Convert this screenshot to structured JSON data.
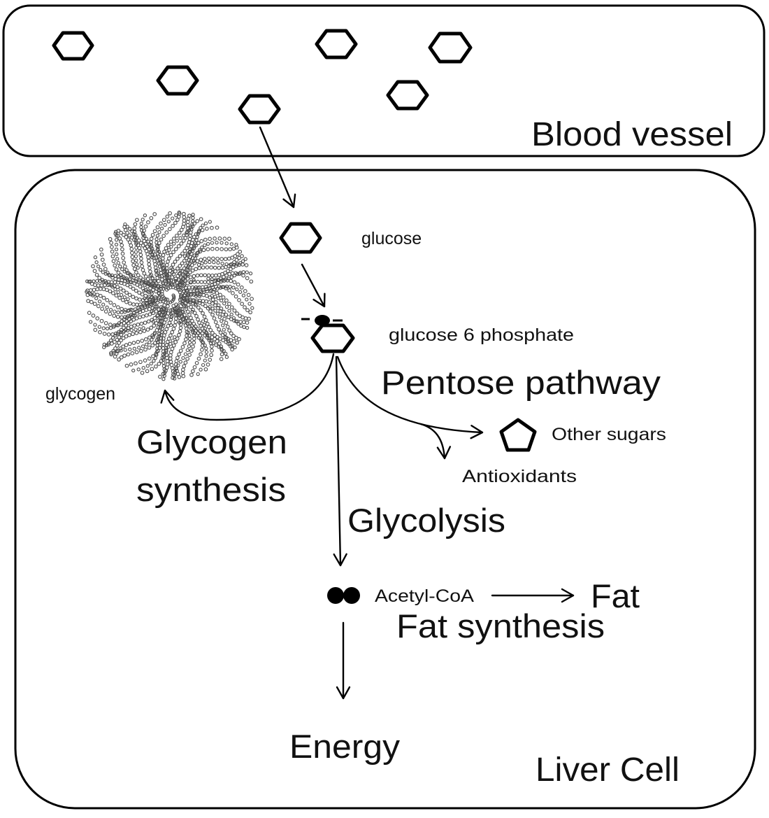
{
  "compartments": {
    "blood_vessel": "Blood vessel",
    "liver_cell": "Liver Cell"
  },
  "molecules": {
    "glucose": "glucose",
    "glucose6p": "glucose 6 phosphate",
    "glycogen": "glycogen",
    "other_sugars": "Other sugars",
    "antioxidants": "Antioxidants",
    "acetyl_coa": "Acetyl-CoA",
    "fat": "Fat",
    "energy": "Energy"
  },
  "pathways": {
    "pentose": "Pentose pathway",
    "glycogen_synthesis_line1": "Glycogen",
    "glycogen_synthesis_line2": "synthesis",
    "glycolysis": "Glycolysis",
    "fat_synthesis": "Fat synthesis"
  },
  "colors": {
    "ink": "#000000",
    "glycogen_granule": "#4a4a4a"
  }
}
